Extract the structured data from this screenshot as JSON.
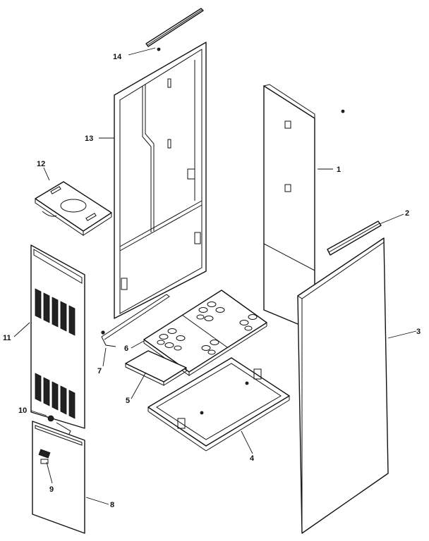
{
  "callouts": {
    "c1": "1",
    "c2": "2",
    "c3": "3",
    "c4": "4",
    "c5": "5",
    "c6": "6",
    "c7": "7",
    "c8": "8",
    "c9": "9",
    "c10": "10",
    "c11": "11",
    "c12": "12",
    "c13": "13",
    "c14": "14"
  },
  "colors": {
    "line": "#111111",
    "background": "#ffffff",
    "grille": "#222222"
  }
}
